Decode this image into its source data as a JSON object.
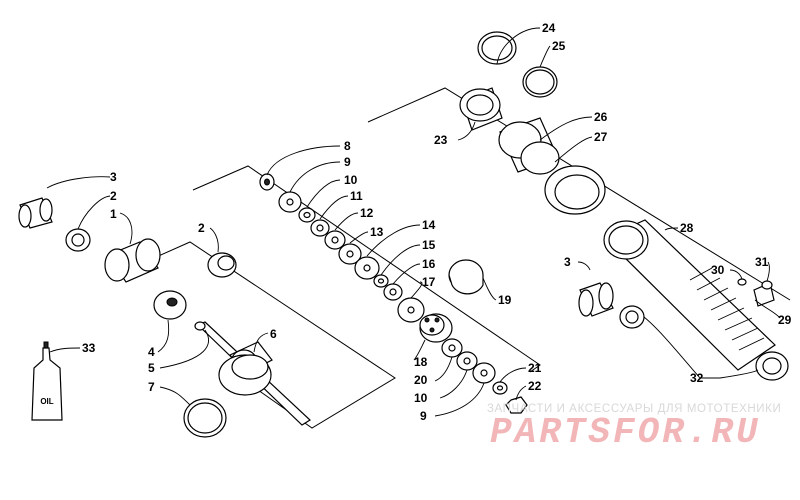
{
  "callouts": {
    "c1": "1",
    "c2a": "2",
    "c2b": "2",
    "c3a": "3",
    "c3b": "3",
    "c4": "4",
    "c5": "5",
    "c6": "6",
    "c7": "7",
    "c8": "8",
    "c9a": "9",
    "c9b": "9",
    "c10a": "10",
    "c10b": "10",
    "c11": "11",
    "c12": "12",
    "c13": "13",
    "c14": "14",
    "c15": "15",
    "c16": "16",
    "c17": "17",
    "c18": "18",
    "c19": "19",
    "c20": "20",
    "c21": "21",
    "c22": "22",
    "c23": "23",
    "c24": "24",
    "c25": "25",
    "c26": "26",
    "c27": "27",
    "c28": "28",
    "c29": "29",
    "c30": "30",
    "c31": "31",
    "c32": "32",
    "c33": "33"
  },
  "bottle_label": "OIL",
  "watermark": {
    "subtitle": "ЗАПЧАСТИ И АКСЕССУАРЫ ДЛЯ МОТОТЕХНИКИ",
    "logo": "PARTSFOR.RU"
  }
}
